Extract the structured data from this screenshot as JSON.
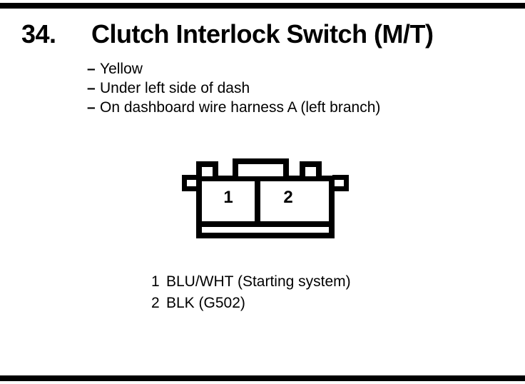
{
  "document": {
    "item_number": "34.",
    "title": "Clutch Interlock Switch (M/T)",
    "bullet_prefix": "–",
    "details": [
      "Yellow",
      "Under left side of dash",
      "On dashboard wire harness A (left branch)"
    ]
  },
  "connector": {
    "pins": [
      {
        "number": "1",
        "wire": "BLU/WHT (Starting system)"
      },
      {
        "number": "2",
        "wire": "BLK (G502)"
      }
    ]
  },
  "colors": {
    "ink": "#000000",
    "paper": "#ffffff"
  }
}
